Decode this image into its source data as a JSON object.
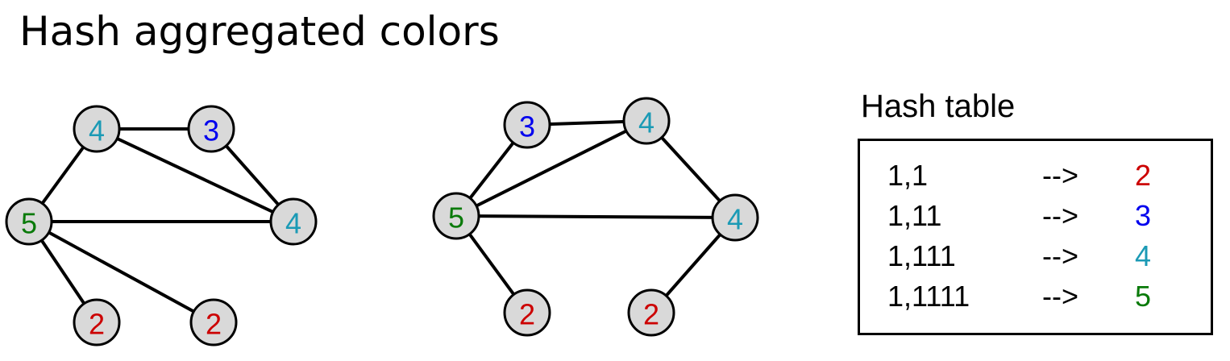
{
  "title": "Hash aggregated colors",
  "colors": {
    "2": "#cc0000",
    "3": "#0000ee",
    "4": "#1b9ab5",
    "5": "#0a7a0a"
  },
  "graphs": [
    {
      "nodes": [
        {
          "label": "4"
        },
        {
          "label": "3"
        },
        {
          "label": "5"
        },
        {
          "label": "4"
        },
        {
          "label": "2"
        },
        {
          "label": "2"
        }
      ],
      "edges": [
        [
          0,
          1
        ],
        [
          0,
          2
        ],
        [
          0,
          3
        ],
        [
          1,
          3
        ],
        [
          2,
          3
        ],
        [
          2,
          4
        ],
        [
          2,
          5
        ]
      ]
    },
    {
      "nodes": [
        {
          "label": "3"
        },
        {
          "label": "4"
        },
        {
          "label": "5"
        },
        {
          "label": "4"
        },
        {
          "label": "2"
        },
        {
          "label": "2"
        }
      ],
      "edges": [
        [
          0,
          1
        ],
        [
          0,
          2
        ],
        [
          1,
          2
        ],
        [
          1,
          3
        ],
        [
          2,
          3
        ],
        [
          2,
          4
        ],
        [
          3,
          5
        ]
      ]
    }
  ],
  "hash_table": {
    "title": "Hash table",
    "rows": [
      {
        "key": "1,1",
        "arrow": "-->",
        "value": "2"
      },
      {
        "key": "1,11",
        "arrow": "-->",
        "value": "3"
      },
      {
        "key": "1,111",
        "arrow": "-->",
        "value": "4"
      },
      {
        "key": "1,1111",
        "arrow": "-->",
        "value": "5"
      }
    ]
  }
}
